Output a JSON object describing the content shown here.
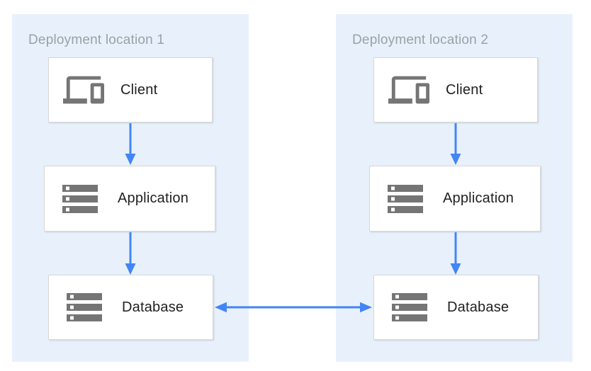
{
  "diagram": {
    "panels": [
      {
        "title": "Deployment location 1",
        "nodes": [
          {
            "label": "Client",
            "icon": "devices-icon"
          },
          {
            "label": "Application",
            "icon": "storage-icon"
          },
          {
            "label": "Database",
            "icon": "storage-icon"
          }
        ]
      },
      {
        "title": "Deployment location 2",
        "nodes": [
          {
            "label": "Client",
            "icon": "devices-icon"
          },
          {
            "label": "Application",
            "icon": "storage-icon"
          },
          {
            "label": "Database",
            "icon": "storage-icon"
          }
        ]
      }
    ],
    "edges": [
      {
        "from": "Client (location 1)",
        "to": "Application (location 1)",
        "direction": "down"
      },
      {
        "from": "Application (location 1)",
        "to": "Database (location 1)",
        "direction": "down"
      },
      {
        "from": "Client (location 2)",
        "to": "Application (location 2)",
        "direction": "down"
      },
      {
        "from": "Application (location 2)",
        "to": "Database (location 2)",
        "direction": "down"
      },
      {
        "from": "Database (location 1)",
        "to": "Database (location 2)",
        "direction": "bidirectional"
      }
    ],
    "colors": {
      "panel_background": "#e8f1fb",
      "arrow_blue": "#4285f4",
      "icon_gray": "#757575",
      "node_border": "#d8d8d8",
      "panel_title_text": "#9aa0a6",
      "node_label_text": "#212121",
      "node_background": "#ffffff"
    }
  }
}
